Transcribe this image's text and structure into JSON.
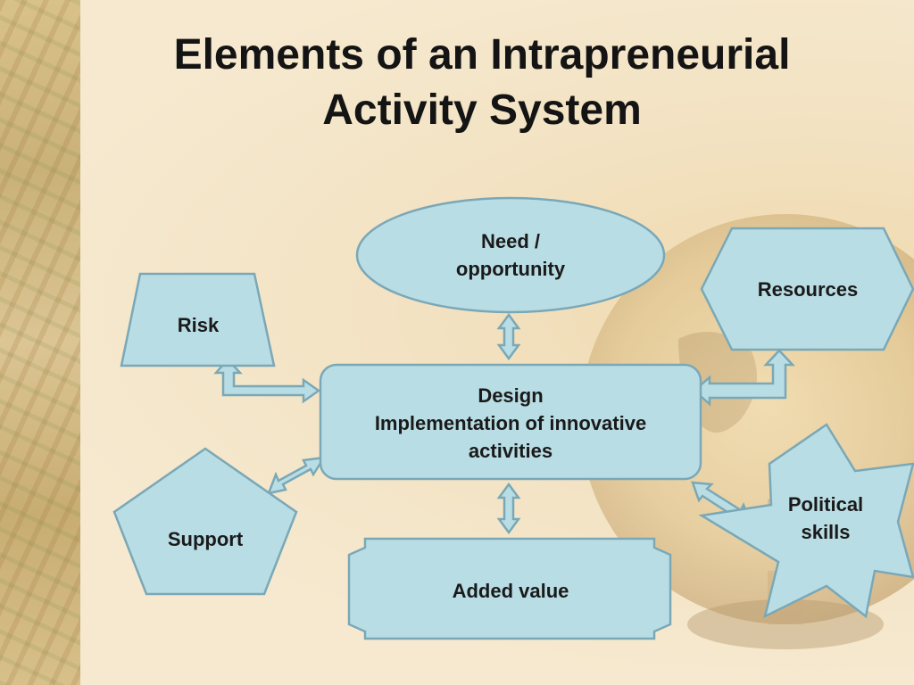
{
  "title": {
    "line1": "Elements of an Intrapreneurial",
    "line2": "Activity System"
  },
  "nodes": {
    "need": {
      "line1": "Need /",
      "line2": "opportunity",
      "shape": "ellipse"
    },
    "resources": {
      "label": "Resources",
      "shape": "hexagon"
    },
    "risk": {
      "label": "Risk",
      "shape": "trapezoid"
    },
    "design": {
      "line1": "Design",
      "line2": "Implementation of innovative",
      "line3": "activities",
      "shape": "rounded-rectangle"
    },
    "support": {
      "label": "Support",
      "shape": "pentagon"
    },
    "political": {
      "line1": "Political",
      "line2": "skills",
      "shape": "star"
    },
    "added_value": {
      "label": "Added value",
      "shape": "plaque"
    }
  },
  "edges": [
    {
      "from": "need",
      "to": "design",
      "type": "double-arrow"
    },
    {
      "from": "risk",
      "to": "design",
      "type": "double-arrow"
    },
    {
      "from": "resources",
      "to": "design",
      "type": "double-arrow"
    },
    {
      "from": "support",
      "to": "design",
      "type": "double-arrow"
    },
    {
      "from": "political",
      "to": "design",
      "type": "double-arrow"
    },
    {
      "from": "design",
      "to": "added_value",
      "type": "double-arrow"
    }
  ],
  "colors": {
    "shape_fill": "#b9dde4",
    "shape_stroke": "#7aa8b7",
    "background": "#f4e6c9",
    "text": "#1a1a1a"
  }
}
